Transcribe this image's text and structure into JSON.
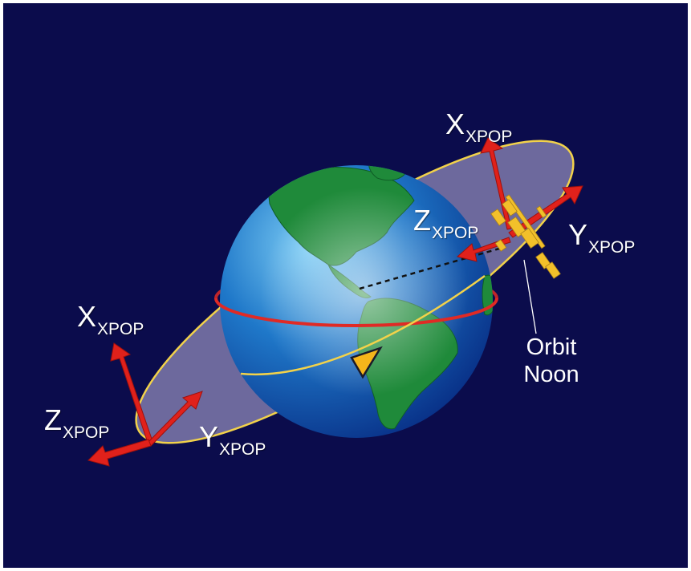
{
  "colors": {
    "background": "#0b0c4c",
    "axis_arrow": "#e0211b",
    "orbit_ring": "#f2d24a",
    "orbit_plane": "#a9a3cf",
    "equator": "#e02a25",
    "station": "#f2c02a",
    "sun_marker": "#f5b51b"
  },
  "labels": {
    "top_x": {
      "main": "X",
      "sub": "XPOP"
    },
    "top_z": {
      "main": "Z",
      "sub": "XPOP"
    },
    "top_y": {
      "main": "Y",
      "sub": "XPOP"
    },
    "left_x": {
      "main": "X",
      "sub": "XPOP"
    },
    "left_z": {
      "main": "Z",
      "sub": "XPOP"
    },
    "left_y": {
      "main": "Y",
      "sub": "XPOP"
    }
  },
  "orbit_noon": {
    "line1": "Orbit",
    "line2": "Noon"
  }
}
